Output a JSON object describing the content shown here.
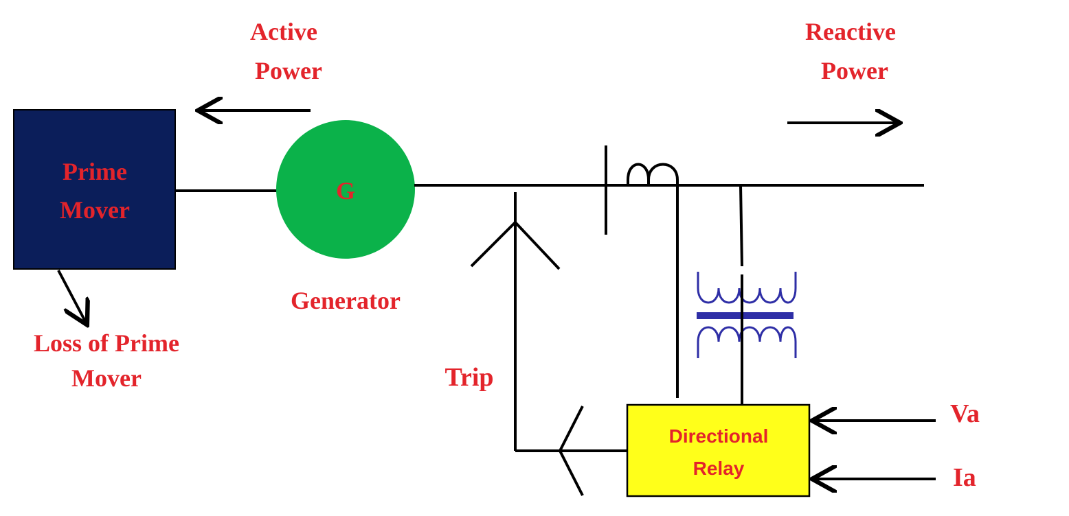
{
  "labels": {
    "active_power": [
      "Active",
      "Power"
    ],
    "reactive_power": [
      "Reactive",
      "Power"
    ],
    "prime_mover": [
      "Prime",
      "Mover"
    ],
    "generator_symbol": "G",
    "generator": "Generator",
    "loss_of_prime_mover": [
      "Loss of Prime",
      "Mover"
    ],
    "trip": "Trip",
    "directional_relay": [
      "Directional",
      "Relay"
    ],
    "va": "Va",
    "ia": "Ia"
  },
  "colors": {
    "label_red": "#e3242b",
    "prime_mover_fill": "#0b1e5a",
    "generator_fill": "#0bb24a",
    "relay_fill": "#ffff1a",
    "transformer_blue": "#2e2ea6",
    "line_black": "#000000"
  }
}
